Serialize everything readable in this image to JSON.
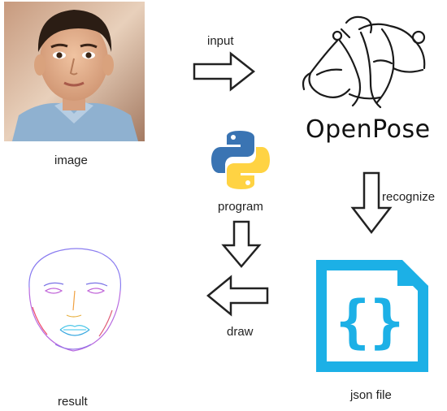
{
  "labels": {
    "image": "image",
    "input": "input",
    "program": "program",
    "recognize": "recognize",
    "draw": "draw",
    "json_file": "json file",
    "result": "result"
  },
  "openpose": {
    "wordmark": "OpenPose"
  },
  "colors": {
    "json_icon": "#1cb0e6",
    "python_blue": "#3a74b3",
    "python_yellow": "#ffd343",
    "arrow_stroke": "#222222",
    "skin": "#d9a27d",
    "hair": "#2b1d14",
    "shirt": "#8fb1d0"
  },
  "icons": {
    "photo": "child-portrait-photo",
    "openpose_logo": "openpose-logo",
    "python_logo": "python-logo",
    "json_file_icon": "json-file-icon",
    "face_keypoints": "face-keypoints-drawing"
  }
}
